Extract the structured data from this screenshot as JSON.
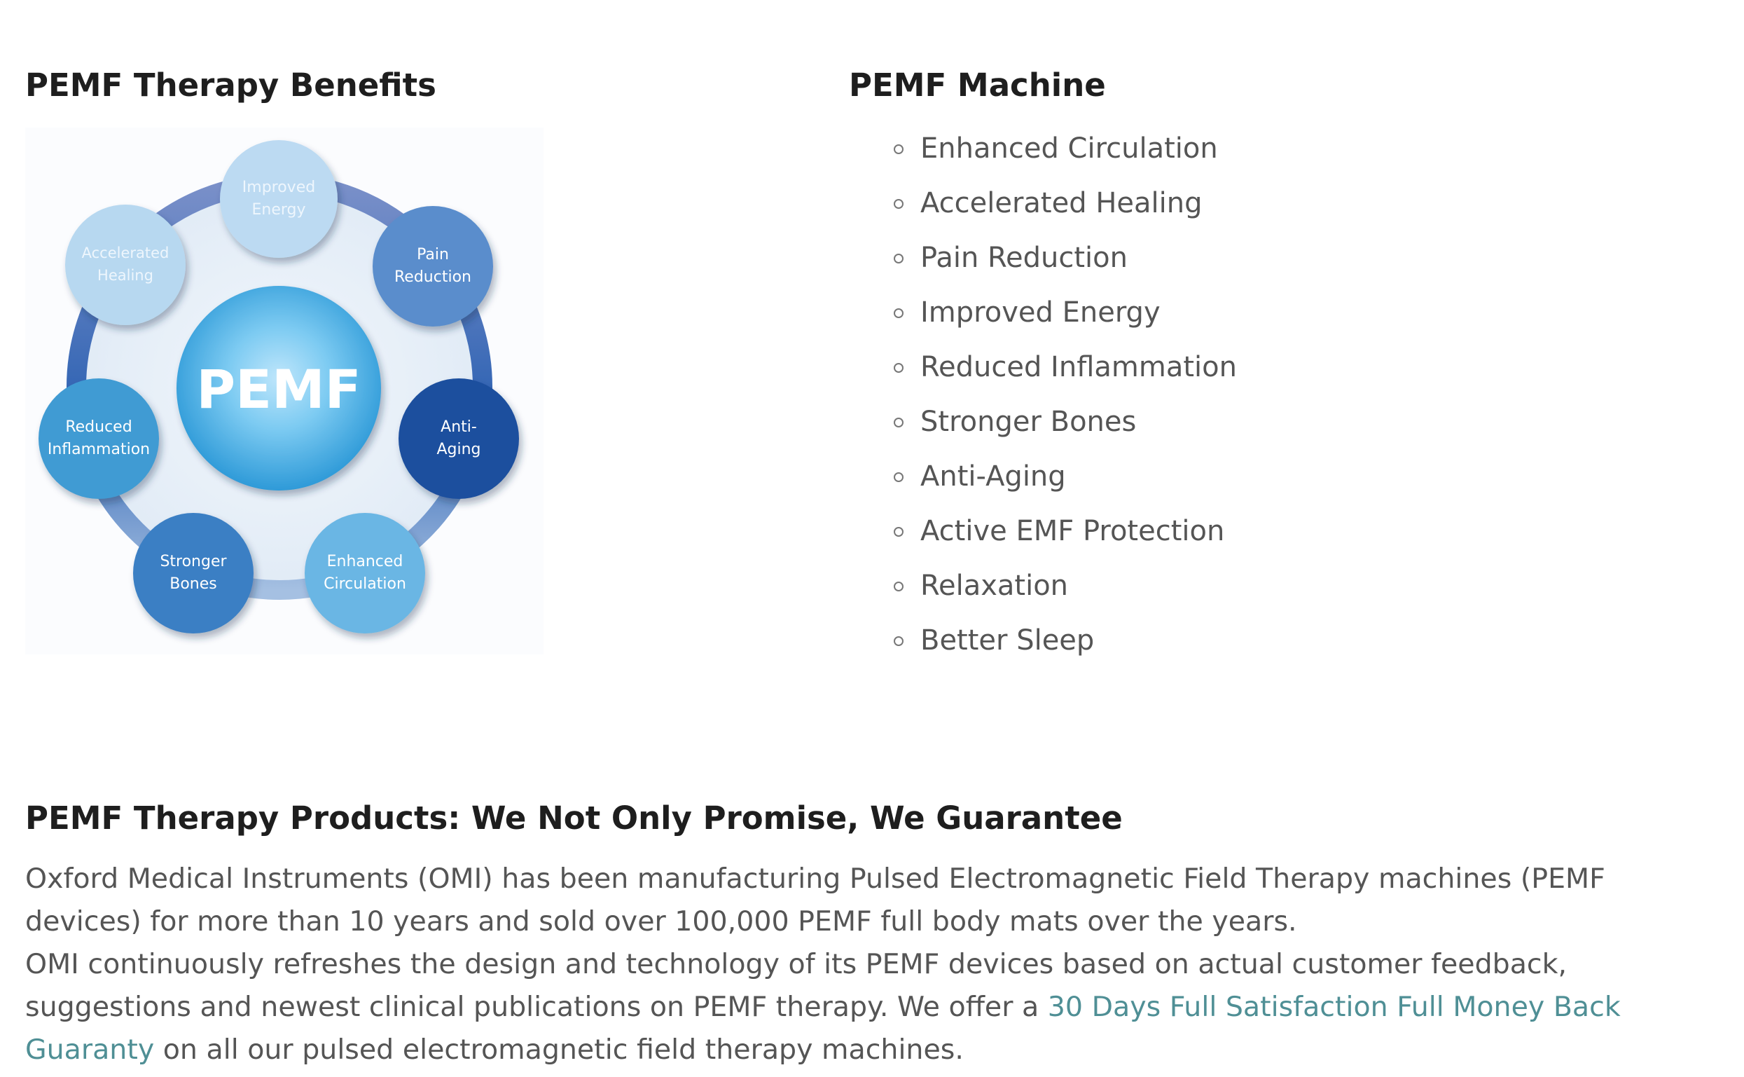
{
  "left_section": {
    "heading": "PEMF Therapy Benefits",
    "diagram": {
      "center_label": "PEMF",
      "nodes": [
        {
          "line1": "Improved",
          "line2": "Energy"
        },
        {
          "line1": "Pain",
          "line2": "Reduction"
        },
        {
          "line1": "Anti-",
          "line2": "Aging"
        },
        {
          "line1": "Enhanced",
          "line2": "Circulation"
        },
        {
          "line1": "Stronger",
          "line2": "Bones"
        },
        {
          "line1": "Reduced",
          "line2": "Inflammation"
        },
        {
          "line1": "Accelerated",
          "line2": "Healing"
        }
      ]
    }
  },
  "right_section": {
    "heading": "PEMF Machine",
    "items": [
      "Enhanced Circulation",
      "Accelerated Healing",
      "Pain Reduction",
      "Improved Energy",
      "Reduced Inflammation",
      "Stronger Bones",
      "Anti-Aging",
      "Active EMF Protection",
      "Relaxation",
      "Better Sleep"
    ]
  },
  "products": {
    "heading": "PEMF Therapy Products: We Not Only Promise, We Guarantee",
    "paragraph1": "Oxford Medical Instruments (OMI) has been manufacturing Pulsed Electromagnetic Field Therapy machines (PEMF devices) for more than 10 years and sold over 100,000 PEMF full body mats over the years.",
    "paragraph2_before": "OMI continuously refreshes the design and technology of its PEMF devices based on actual customer feedback, suggestions and newest clinical publications on PEMF therapy. We offer a ",
    "link_text": "30 Days Full Satisfaction Full Money Back Guaranty",
    "paragraph2_after": " on all our pulsed electromagnetic field therapy machines."
  },
  "colors": {
    "heading": "#1e1e1e",
    "body_text": "#555555",
    "link": "#4f8f95",
    "ring": "#5b7fbf"
  }
}
